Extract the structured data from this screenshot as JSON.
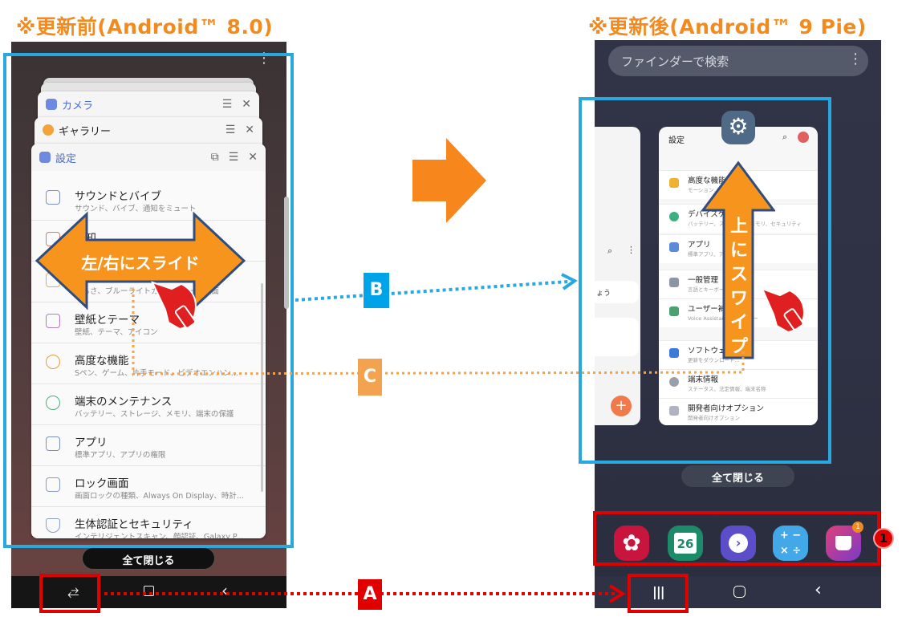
{
  "headings": {
    "before": "※更新前(Android™ 8.0)",
    "after": "※更新後(Android™ 9 Pie)"
  },
  "left_phone": {
    "back_cards": [
      {
        "title": "カメラ"
      },
      {
        "title": "ギャラリー"
      }
    ],
    "settings_card": {
      "title": "設定",
      "items": [
        {
          "title": "サウンドとバイブ",
          "sub": "サウンド、バイブ、通知をミュート"
        },
        {
          "title": "通知",
          "sub": ""
        },
        {
          "title": "",
          "sub": "明るさ、ブルーライトカット、ホーム画面"
        },
        {
          "title": "壁紙とテーマ",
          "sub": "壁紙、テーマ、アイコン"
        },
        {
          "title": "高度な機能",
          "sub": "Sペン、ゲーム、片手モード、ビデオエンハン..."
        },
        {
          "title": "端末のメンテナンス",
          "sub": "バッテリー、ストレージ、メモリ、端末の保護"
        },
        {
          "title": "アプリ",
          "sub": "標準アプリ、アプリの権限"
        },
        {
          "title": "ロック画面",
          "sub": "画面ロックの種類、Always On Display、時計..."
        },
        {
          "title": "生体認証とセキュリティ",
          "sub": "インテリジェントスキャン、顔認証、Galaxy P..."
        }
      ]
    },
    "close_all": "全て閉じる",
    "slide_label": "左/右にスライド",
    "overflow": "⋮"
  },
  "right_phone": {
    "search_placeholder": "ファインダーで検索",
    "overflow": "⋮",
    "settings_card": {
      "title": "設定",
      "items": [
        {
          "title": "高度な機能",
          "sub": "モーション..."
        },
        {
          "title": "デバイスケア",
          "sub": "バッテリー、ストレージ、メモリ、セキュリティ"
        },
        {
          "title": "アプリ",
          "sub": "標準アプリ、アプリの権限"
        },
        {
          "title": "一般管理",
          "sub": "言語とキーボード..."
        },
        {
          "title": "ユーザー補助",
          "sub": "Voice Assistant、...メニュー"
        },
        {
          "title": "ソフトウェア更新",
          "sub": "更新をダウンロード..."
        },
        {
          "title": "端末情報",
          "sub": "ステータス、法定情報、端末名称"
        },
        {
          "title": "開発者向けオプション",
          "sub": "開発者向けオプション"
        }
      ]
    },
    "side_card_text": "ょう",
    "swipe_label": "上にスワイプ",
    "close_all": "全て閉じる",
    "dock_badge": "1",
    "dock_icons": [
      "flower-app-icon",
      "calendar-icon",
      "samsung-internet-icon",
      "calculator-icon",
      "galaxy-store-icon"
    ],
    "calendar_day": "26",
    "callout_number": "1"
  },
  "labels": {
    "A": "A",
    "B": "B",
    "C": "C"
  },
  "colors": {
    "orange": "#f28a1e",
    "frame_blue": "#29a8e0",
    "frame_red": "#e00000",
    "label_b": "#00a3e8",
    "label_c": "#f3a34f"
  }
}
